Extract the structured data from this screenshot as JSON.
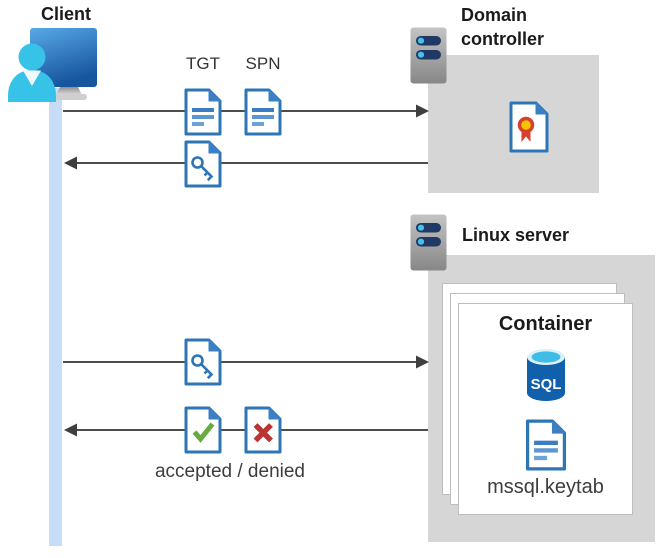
{
  "diagram": {
    "client": {
      "title": "Client"
    },
    "domain_controller": {
      "title_line1": "Domain",
      "title_line2": "controller"
    },
    "linux_server": {
      "title": "Linux server"
    },
    "container": {
      "title": "Container",
      "sql_label": "SQL",
      "keytab_label": "mssql.keytab"
    },
    "flow": {
      "tgt_label": "TGT",
      "spn_label": "SPN",
      "result_label": "accepted / denied"
    }
  },
  "icons": {
    "client-user-icon": "monitor-with-user-silhouette",
    "server-icon": "server-tower-with-status-lights",
    "ticket-document-icon": "document-with-text-lines",
    "key-document-icon": "document-with-key",
    "accepted-document-icon": "document-with-green-check",
    "denied-document-icon": "document-with-red-cross",
    "certificate-icon": "document-with-ribbon-seal",
    "sql-database-icon": "database-cylinder-labeled-sql"
  },
  "colors": {
    "document_blue": "#2e75b6",
    "fold_blue": "#3c80c4",
    "check_green": "#65ab42",
    "cross_red": "#b93535",
    "seal_yellow": "#f4c500",
    "ribbon_red": "#d6402f",
    "sql_blue": "#1160ab",
    "sql_cyan": "#3fbde6",
    "server_navy": "#1f3864",
    "led_cyan": "#45c2ec",
    "person_cyan": "#36c3e7",
    "monitor_blue": "#2a73c0",
    "box_gray": "#d6d6d6",
    "arrow_gray": "#4d4d4d",
    "lifeline_blue": "#c6dcf7",
    "text_dark": "#262626"
  }
}
